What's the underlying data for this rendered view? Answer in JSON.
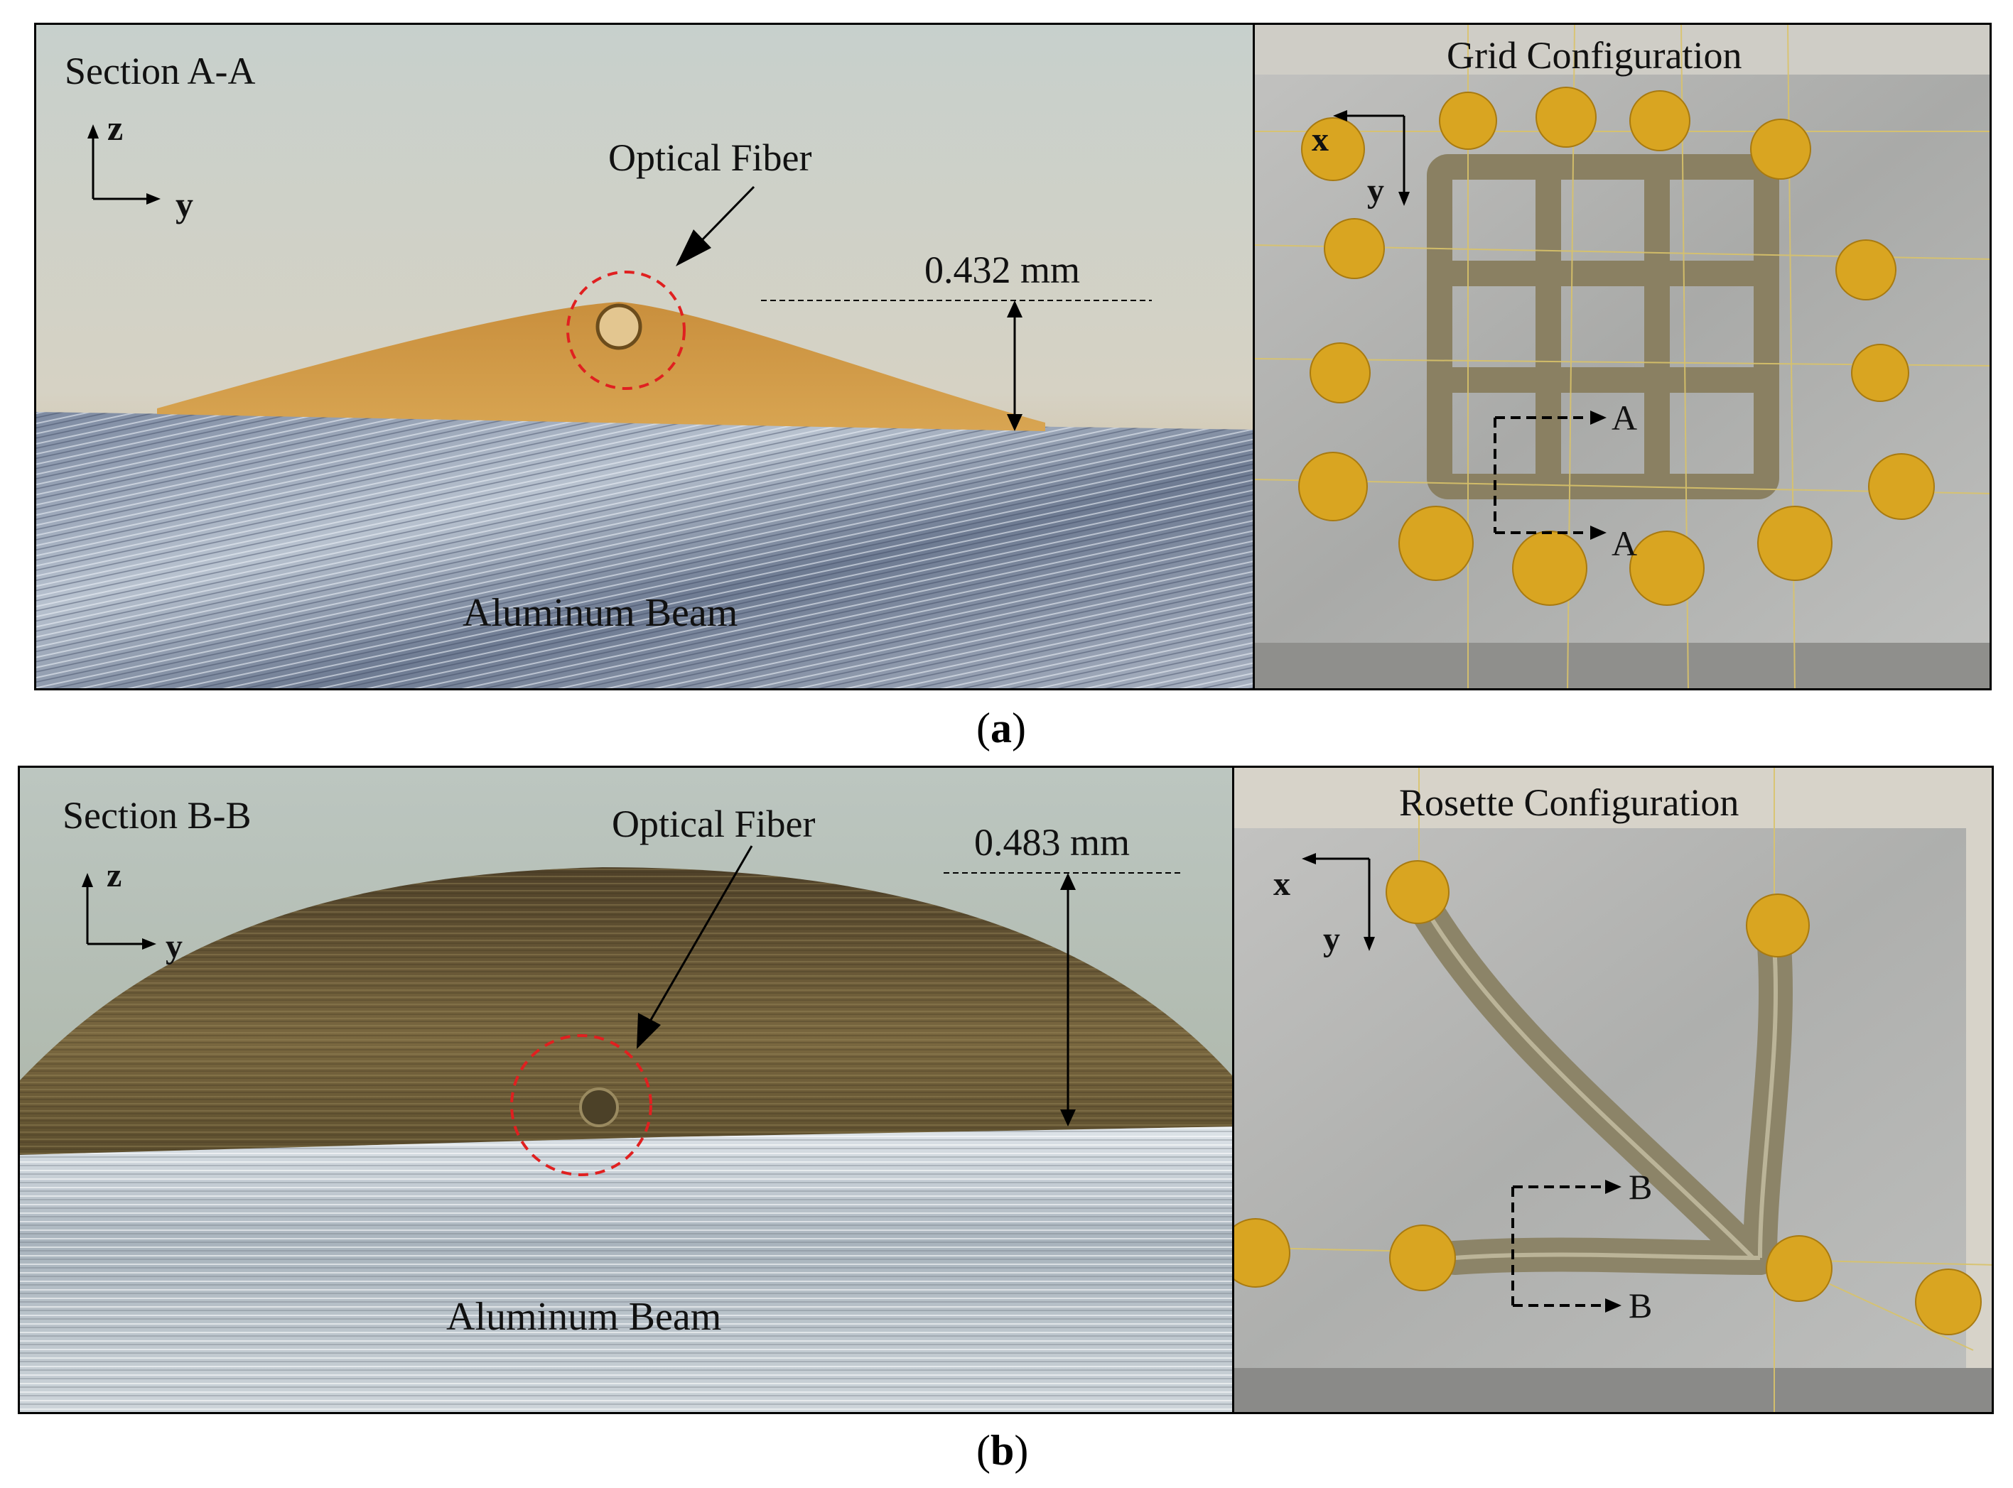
{
  "figure_a": {
    "section_label": "Section A-A",
    "fiber_label": "Optical Fiber",
    "dimension_label": "0.432 mm",
    "beam_label": "Aluminum Beam",
    "axis_z": "z",
    "axis_y": "y",
    "config_title": "Grid Configuration",
    "config_axis_x": "x",
    "config_axis_y": "y",
    "cut_marker_top": "A",
    "cut_marker_bottom": "A",
    "caption_open": "(",
    "caption_letter": "a",
    "caption_close": ")"
  },
  "figure_b": {
    "section_label": "Section B-B",
    "fiber_label": "Optical Fiber",
    "dimension_label": "0.483 mm",
    "beam_label": "Aluminum Beam",
    "axis_z": "z",
    "axis_y": "y",
    "config_title": "Rosette Configuration",
    "config_axis_x": "x",
    "config_axis_y": "y",
    "cut_marker_top": "B",
    "cut_marker_bottom": "B",
    "caption_open": "(",
    "caption_letter": "b",
    "caption_close": ")"
  },
  "colors": {
    "background_sky": "#c9d1cc",
    "adhesive_a": "#c9913f",
    "adhesive_b": "#6b5a34",
    "beam_metal": "#9aa4b4",
    "plate_metal": "#b4b4b2",
    "tape_gold": "#d9a521",
    "fiber_circle": "#e02020"
  }
}
